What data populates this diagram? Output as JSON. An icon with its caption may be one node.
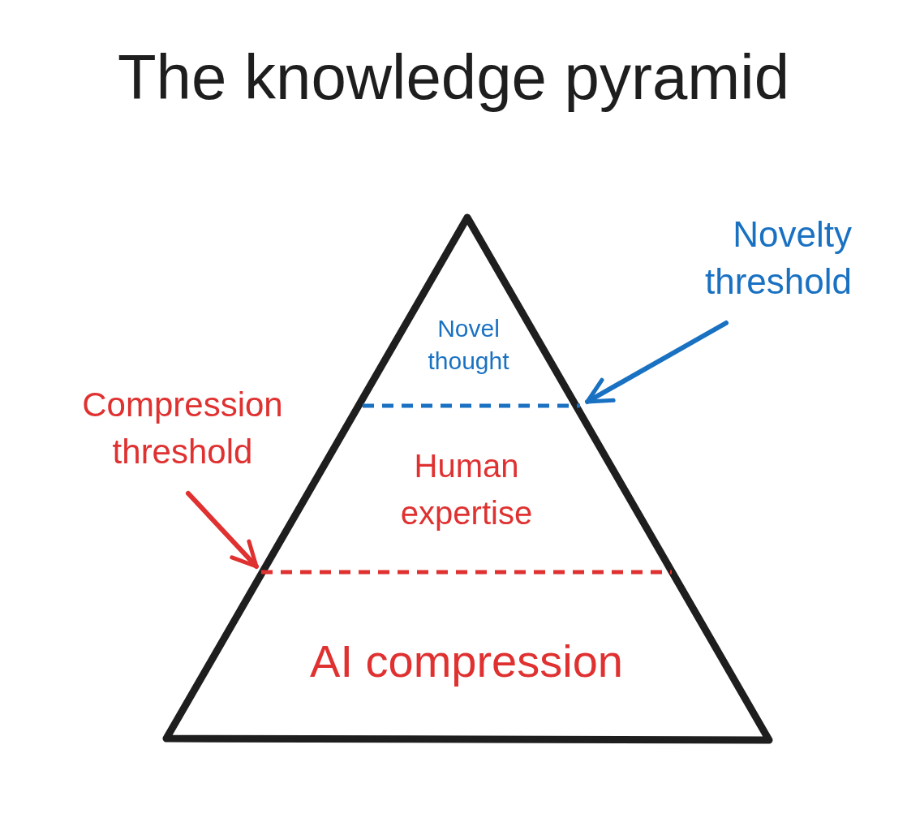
{
  "diagram": {
    "title": "The knowledge pyramid",
    "nodes": [
      {
        "text": [],
        "shape": "triangle"
      },
      {
        "text": [
          "Novel thought"
        ],
        "in": 0
      },
      {
        "text": [
          "Human expertise"
        ],
        "in": 0
      },
      {
        "text": [
          "AI compression"
        ],
        "in": 0
      },
      {
        "text": [],
        "shape": "line",
        "in": 0
      },
      {
        "text": [],
        "shape": "line",
        "in": 0
      },
      {
        "text": [
          "Novelty threshold"
        ]
      },
      {
        "text": [
          "Compression threshold"
        ]
      }
    ],
    "edges": [
      {
        "from": 6,
        "to": 4,
        "arrow": "to",
        "color": "#1971c2"
      },
      {
        "from": 7,
        "to": 5,
        "arrow": "to",
        "color": "#e03131"
      }
    ]
  }
}
